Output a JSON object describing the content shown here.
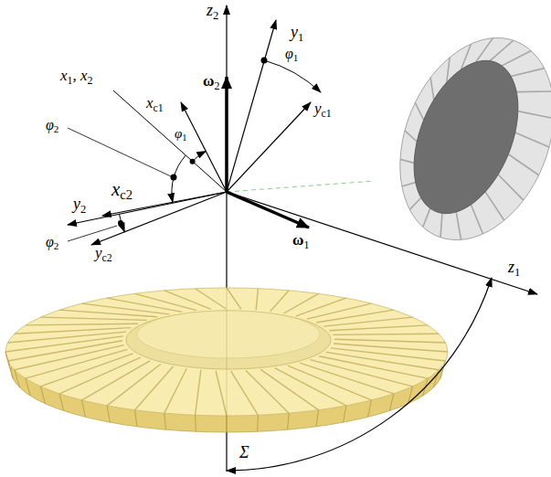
{
  "diagram": {
    "labels": [
      "z2",
      "y1",
      "ω2",
      "φ1",
      "x1, x2",
      "xc1",
      "φ1",
      "yc1",
      "φ2",
      "y2",
      "xc2",
      "φ2",
      "yc2",
      "ω1",
      "z1",
      "Σ"
    ]
  }
}
